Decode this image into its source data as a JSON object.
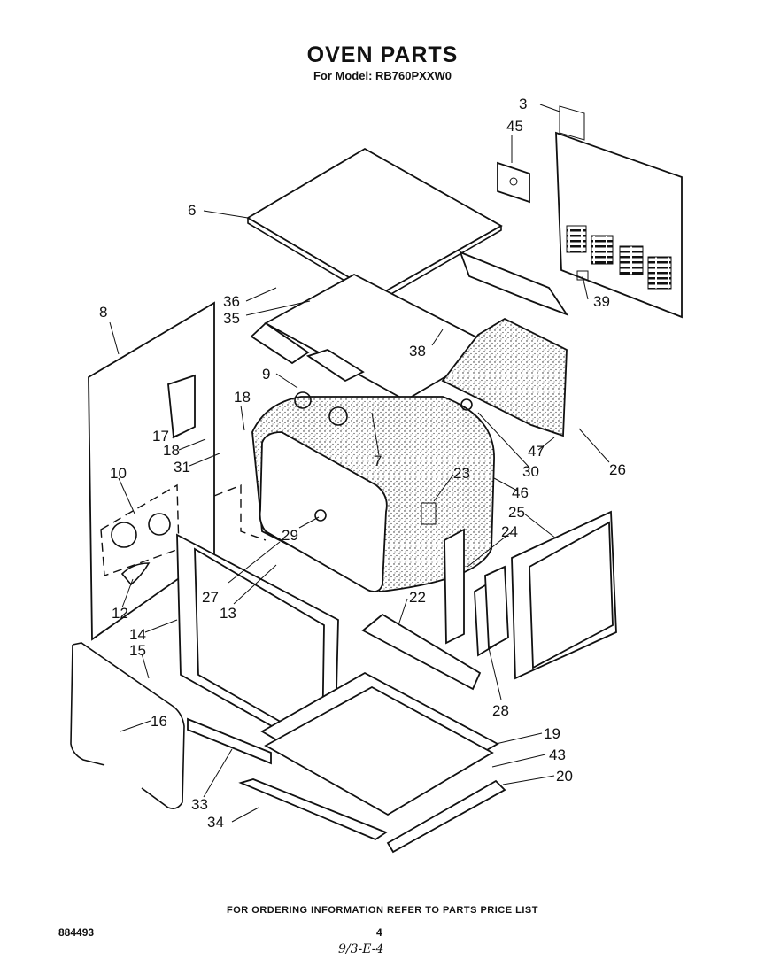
{
  "header": {
    "title": "OVEN PARTS",
    "subtitle": "For Model: RB760PXXW0"
  },
  "footer": {
    "ordering_note": "FOR ORDERING INFORMATION REFER TO PARTS PRICE LIST",
    "document_number": "884493",
    "page_number": "4",
    "handwritten_note": "9/3-E-4"
  },
  "part_callouts": [
    "3",
    "45",
    "6",
    "39",
    "36",
    "35",
    "8",
    "38",
    "9",
    "18",
    "17",
    "18",
    "31",
    "7",
    "47",
    "26",
    "30",
    "23",
    "46",
    "10",
    "25",
    "24",
    "29",
    "22",
    "27",
    "13",
    "12",
    "14",
    "15",
    "28",
    "16",
    "19",
    "43",
    "20",
    "33",
    "34"
  ]
}
